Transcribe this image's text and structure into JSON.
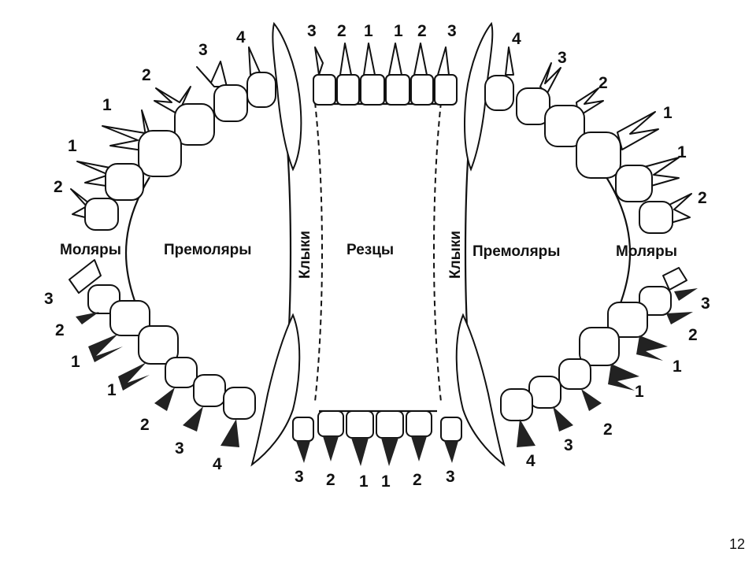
{
  "groups": {
    "molars": "Моляры",
    "premolars": "Премоляры",
    "canines": "Клыки",
    "incisors": "Резцы"
  },
  "upper_left_numbers": [
    "4",
    "3",
    "2",
    "1",
    "1",
    "2"
  ],
  "upper_incisor_numbers": [
    "3",
    "2",
    "1",
    "1",
    "2",
    "3"
  ],
  "upper_right_numbers": [
    "4",
    "3",
    "2",
    "1",
    "1",
    "2"
  ],
  "lower_left_numbers": [
    "3",
    "2",
    "1",
    "1",
    "2",
    "3",
    "4"
  ],
  "lower_incisor_numbers": [
    "3",
    "2",
    "1",
    "1",
    "2",
    "3"
  ],
  "lower_right_numbers": [
    "4",
    "3",
    "2",
    "1",
    "1",
    "2",
    "3"
  ],
  "slide_number": "12"
}
